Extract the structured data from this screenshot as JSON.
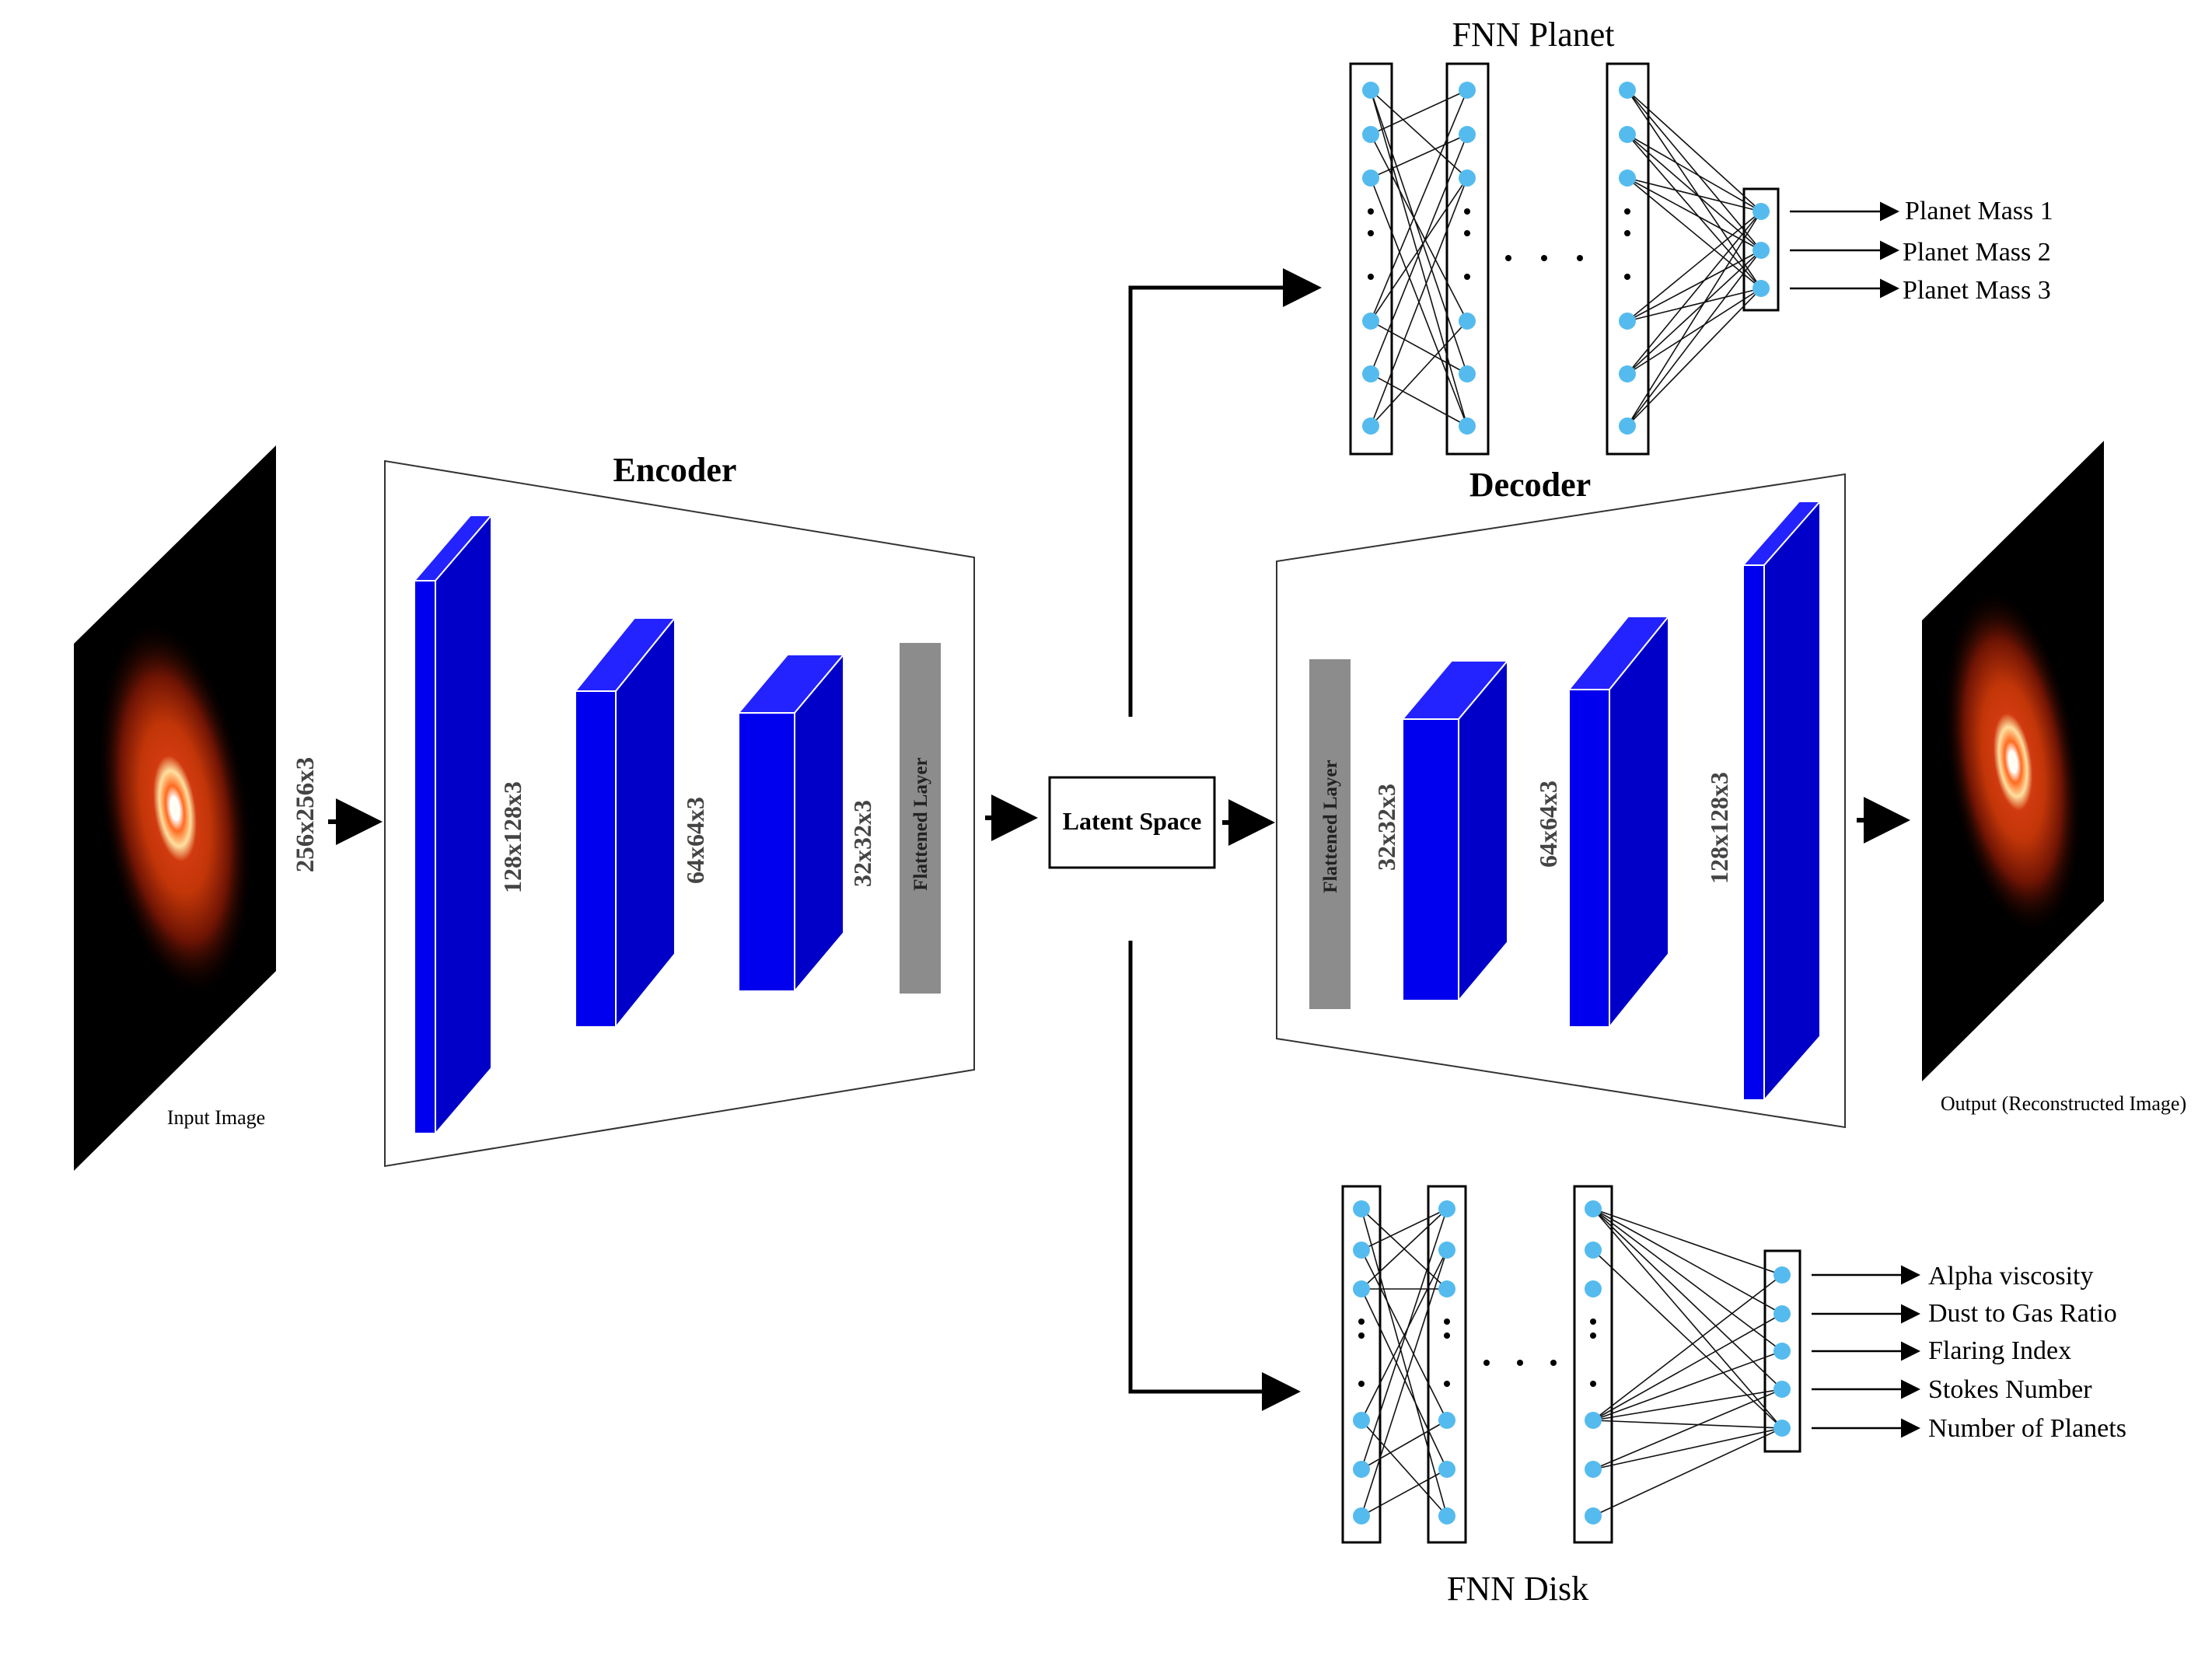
{
  "input": {
    "caption": "Input Image",
    "size_label": "256x256x3"
  },
  "encoder": {
    "title": "Encoder",
    "layers": [
      "128x128x3",
      "64x64x3",
      "32x32x3",
      "Flattened Layer"
    ]
  },
  "latent": {
    "label": "Latent Space"
  },
  "decoder": {
    "title": "Decoder",
    "layers": [
      "Flattened Layer",
      "32x32x3",
      "64x64x3",
      "128x128x3"
    ]
  },
  "output": {
    "caption": "Output (Reconstructed Image)"
  },
  "fnn_planet": {
    "title": "FNN Planet",
    "outputs": [
      "Planet Mass 1",
      "Planet Mass 2",
      "Planet Mass 3"
    ]
  },
  "fnn_disk": {
    "title": "FNN Disk",
    "outputs": [
      "Alpha viscosity",
      "Dust to Gas Ratio",
      "Flaring Index",
      "Stokes Number",
      "Number of Planets"
    ]
  },
  "colors": {
    "conv_block": "#0000ee",
    "conv_top": "#1a1aff",
    "conv_side": "#0000bb",
    "flatten_block": "#8c8c8c",
    "neuron": "#55bbee",
    "disk_glow": "#ff5a1e"
  }
}
